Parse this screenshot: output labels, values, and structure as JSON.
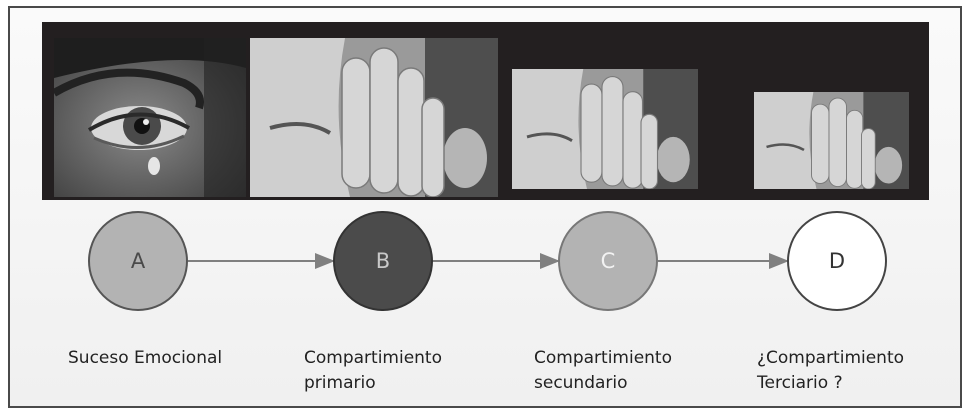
{
  "nodes": [
    {
      "id": "a",
      "letter": "A",
      "label": "Suceso Emocional"
    },
    {
      "id": "b",
      "letter": "B",
      "label": "Compartimiento\nprimario"
    },
    {
      "id": "c",
      "letter": "C",
      "label": "Compartimiento\nsecundario"
    },
    {
      "id": "d",
      "letter": "D",
      "label": "¿Compartimiento\nTerciario ?"
    }
  ],
  "colors": {
    "band": "#231f20",
    "node_a": "#b3b3b3",
    "node_b": "#4b4b4b",
    "node_c": "#b3b3b3",
    "node_d": "#ffffff",
    "arrow": "#808080"
  },
  "photos": [
    {
      "name": "crying-eye-photo"
    },
    {
      "name": "whisper-photo-large"
    },
    {
      "name": "whisper-photo-medium"
    },
    {
      "name": "whisper-photo-small"
    }
  ]
}
